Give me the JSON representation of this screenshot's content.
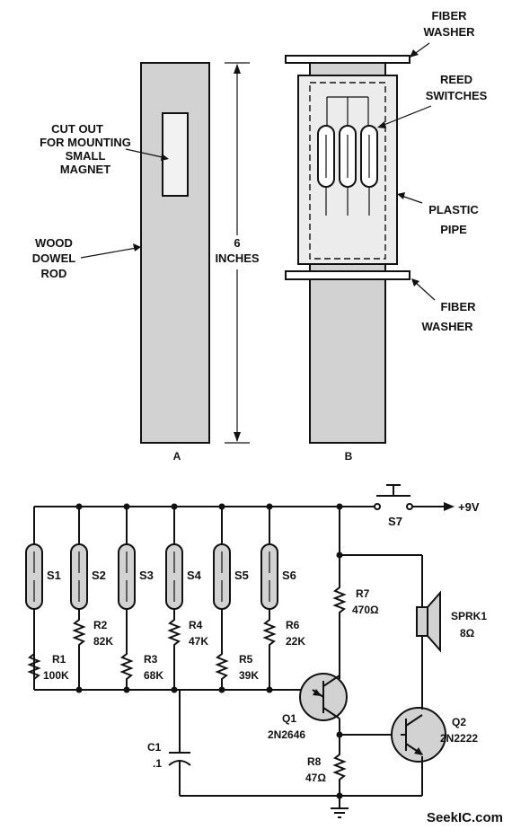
{
  "panel_a": {
    "letter": "A",
    "cutout_label": [
      "CUT OUT",
      "FOR MOUNTING",
      "SMALL",
      "MAGNET"
    ],
    "rod_label": [
      "WOOD",
      "DOWEL",
      "ROD"
    ],
    "dimension": [
      "6",
      "INCHES"
    ]
  },
  "panel_b": {
    "letter": "B",
    "top_washer_label": [
      "FIBER",
      "WASHER"
    ],
    "reed_label": [
      "REED",
      "SWITCHES"
    ],
    "pipe_label": [
      "PLASTIC",
      "PIPE"
    ],
    "bottom_washer_label": [
      "FIBER",
      "WASHER"
    ]
  },
  "schematic": {
    "supply": "+9V",
    "switch": "S7",
    "reed_switches": [
      "S1",
      "S2",
      "S3",
      "S4",
      "S5",
      "S6"
    ],
    "resistors": {
      "R1": [
        "R1",
        "100K"
      ],
      "R2": [
        "R2",
        "82K"
      ],
      "R3": [
        "R3",
        "68K"
      ],
      "R4": [
        "R4",
        "47K"
      ],
      "R5": [
        "R5",
        "39K"
      ],
      "R6": [
        "R6",
        "22K"
      ],
      "R7": [
        "R7",
        "470Ω"
      ],
      "R8": [
        "R8",
        "47Ω"
      ]
    },
    "capacitor": [
      "C1",
      ".1"
    ],
    "q1": [
      "Q1",
      "2N2646"
    ],
    "q2": [
      "Q2",
      "2N2222"
    ],
    "speaker": [
      "SPRK1",
      "8Ω"
    ]
  },
  "watermark": "SeekIC.com"
}
